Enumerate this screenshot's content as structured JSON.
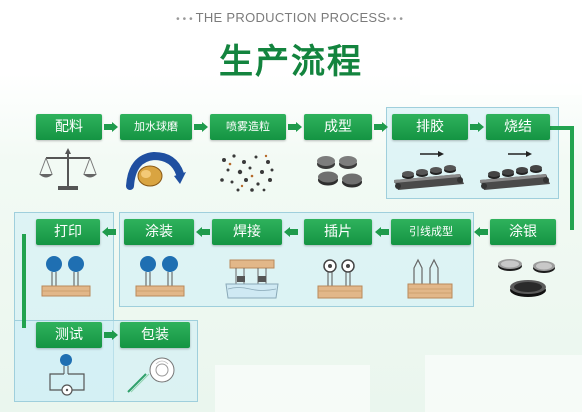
{
  "header": {
    "subtitle": "THE PRODUCTION PROCESS",
    "title": "生产流程"
  },
  "steps": {
    "s1": "配料",
    "s2": "加水球磨",
    "s3": "喷雾造粒",
    "s4": "成型",
    "s5": "排胶",
    "s6": "烧结",
    "s7": "涂银",
    "s8": "引线成型",
    "s9": "插片",
    "s10": "焊接",
    "s11": "涂装",
    "s12": "打印",
    "s13": "测试",
    "s14": "包装"
  },
  "colors": {
    "accent_green": "#149443",
    "title_green": "#13843e",
    "panel_blue": "#cdeef6",
    "component_blue": "#1f6fb2"
  },
  "icons": [
    "balance-scale-icon",
    "ball-mill-icon",
    "granules-icon",
    "pressed-discs-icon",
    "conveyor-kiln-icon",
    "silver-disc-icon",
    "lead-forming-icon",
    "insert-icon",
    "solder-bath-icon",
    "coated-component-icon",
    "multimeter-icon",
    "tape-reel-icon"
  ]
}
